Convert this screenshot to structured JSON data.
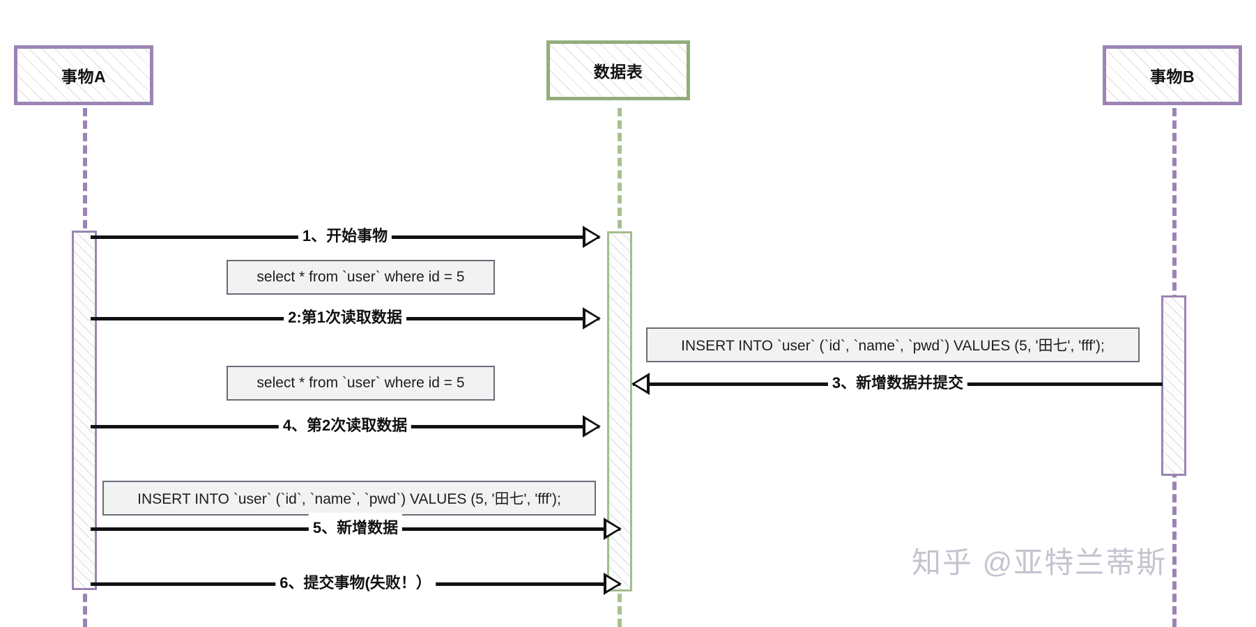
{
  "diagram": {
    "type": "sequence-diagram",
    "background": "#ffffff",
    "colors": {
      "actor_purple_border": "#9b84b4",
      "actor_green_border": "#91ad7c",
      "lifeline_purple": "#9b84b4",
      "lifeline_green": "#a9c18f",
      "message_line": "#111111",
      "note_border": "#6b6b78",
      "note_background": "#f2f2f2",
      "watermark": "#9a92ad"
    },
    "actors": [
      {
        "id": "actor-a",
        "label": "事物A",
        "style": "purple"
      },
      {
        "id": "data-table",
        "label": "数据表",
        "style": "green"
      },
      {
        "id": "actor-b",
        "label": "事物B",
        "style": "purple"
      }
    ],
    "messages": [
      {
        "id": "msg-1",
        "label": "1、开始事物",
        "from": "actor-a",
        "to": "data-table",
        "direction": "right"
      },
      {
        "id": "msg-2",
        "label": "2:第1次读取数据",
        "from": "actor-a",
        "to": "data-table",
        "direction": "right"
      },
      {
        "id": "msg-3",
        "label": "3、新增数据并提交",
        "from": "actor-b",
        "to": "data-table",
        "direction": "left"
      },
      {
        "id": "msg-4",
        "label": "4、第2次读取数据",
        "from": "actor-a",
        "to": "data-table",
        "direction": "right"
      },
      {
        "id": "msg-5",
        "label": "5、新增数据",
        "from": "actor-a",
        "to": "data-table",
        "direction": "right"
      },
      {
        "id": "msg-6",
        "label": "6、提交事物(失败！）",
        "from": "actor-a",
        "to": "data-table",
        "direction": "right"
      }
    ],
    "notes": [
      {
        "id": "note-select-1",
        "text": "select *  from `user` where id = 5"
      },
      {
        "id": "note-select-2",
        "text": "select *  from `user` where id = 5"
      },
      {
        "id": "note-insert-b",
        "text": "INSERT INTO `user` (`id`, `name`, `pwd`) VALUES (5, '田七', 'fff');"
      },
      {
        "id": "note-insert-a",
        "text": "INSERT INTO `user` (`id`, `name`, `pwd`) VALUES (5, '田七', 'fff');"
      }
    ],
    "watermark": "知乎 @亚特兰蒂斯"
  }
}
